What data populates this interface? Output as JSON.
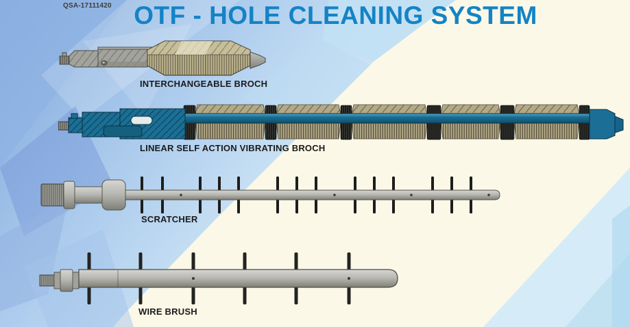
{
  "header": {
    "code": "QSA-17111420",
    "title": "OTF - HOLE CLEANING SYSTEM"
  },
  "palette": {
    "title_blue": "#1483C5",
    "teal_body": "#1B6F96",
    "tan_sleeve": "#AFA584",
    "steel_gray": "#A9A9A5",
    "coil_black": "#1E1E1C",
    "label_color": "#1B1B1B",
    "background_cream": "#FBF8E8",
    "background_blue": "#8FB2E2"
  },
  "tools": [
    {
      "name": "interchangeable-broch",
      "label": "INTERCHANGEABLE BROCH"
    },
    {
      "name": "linear-self-action-vibrating-broch",
      "label": "LINEAR SELF ACTION VIBRATING BROCH"
    },
    {
      "name": "scratcher",
      "label": "SCRATCHER"
    },
    {
      "name": "wire-brush",
      "label": "WIRE BRUSH"
    }
  ]
}
